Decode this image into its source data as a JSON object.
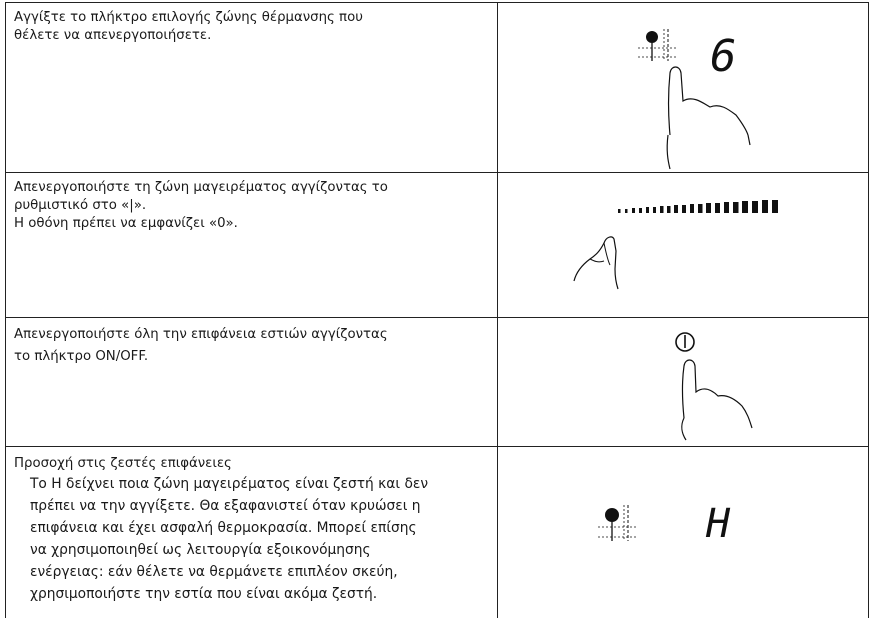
{
  "rows": [
    {
      "lines": [
        "Αγγίξτε το πλήκτρο επιλογής ζώνης θέρμανσης που",
        "θέλετε να απενεργοποιήσετε."
      ],
      "display_digit": "6",
      "icon": "zone-indicator-finger-icon"
    },
    {
      "lines": [
        "Απενεργοποιήστε τη ζώνη μαγειρέματος αγγίζοντας το",
        "ρυθμιστικό στο «|».",
        "Η οθόνη πρέπει να εμφανίζει «0»."
      ],
      "icon": "slider-finger-icon"
    },
    {
      "lines": [
        "Απενεργοποιήστε όλη την επιφάνεια εστιών αγγίζοντας",
        "το πλήκτρο ON/OFF."
      ],
      "icon": "power-button-finger-icon"
    },
    {
      "heading": "Προσοχή στις ζεστές επιφάνειες",
      "lines": [
        "Το H δείχνει ποια ζώνη μαγειρέματος είναι ζεστή και δεν",
        "πρέπει να την αγγίξετε. Θα εξαφανιστεί όταν κρυώσει η",
        "επιφάνεια και έχει ασφαλή θερμοκρασία. Μπορεί επίσης",
        "να χρησιμοποιηθεί ως λειτουργία εξοικονόμησης",
        "ενέργειας: εάν θέλετε να θερμάνετε επιπλέον σκεύη,",
        "χρησιμοποιήστε την εστία που είναι ακόμα ζεστή."
      ],
      "display_digit": "H",
      "icon": "zone-indicator-icon"
    }
  ]
}
